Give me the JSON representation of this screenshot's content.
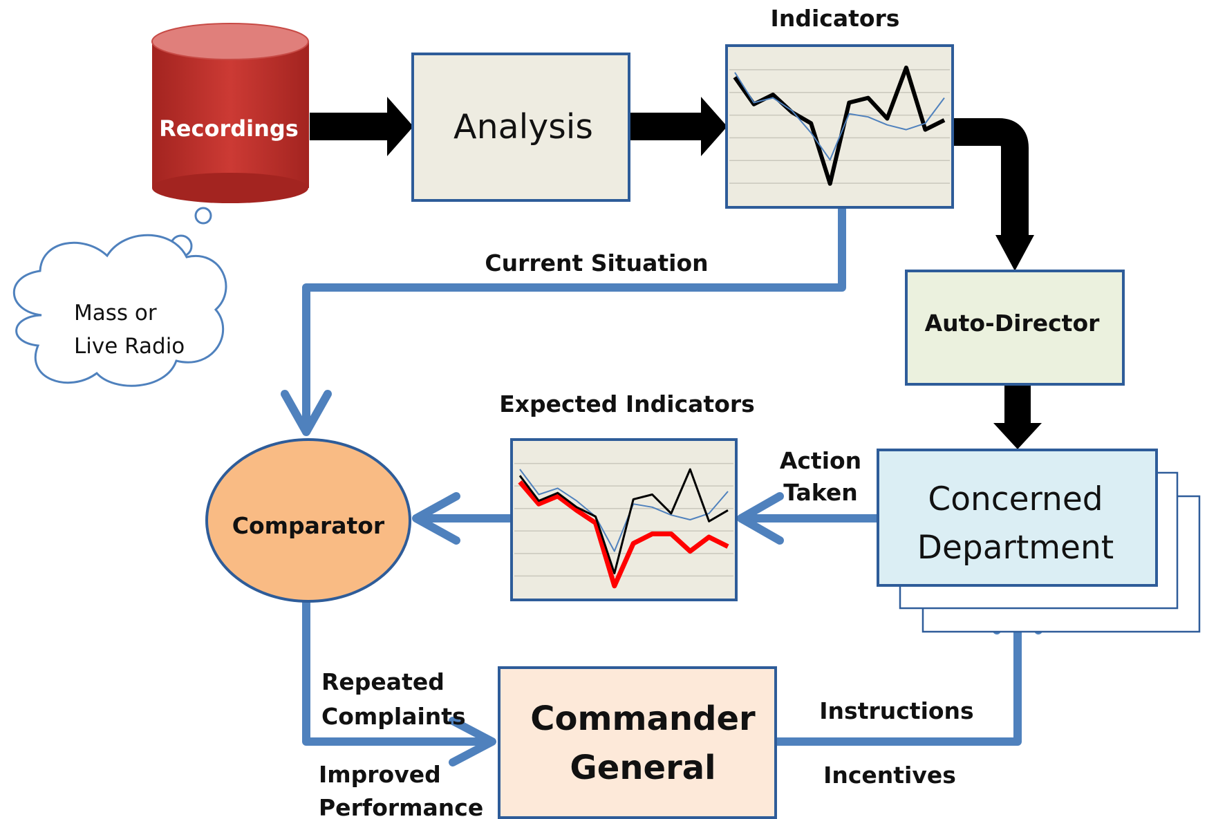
{
  "colors": {
    "arrow_black": "#000000",
    "arrow_blue": "#4f81bd",
    "box_border": "#2e5c99",
    "box_fill": "#eeece1",
    "auto_director_fill": "#ebf1de",
    "department_fill": "#dbeef4",
    "commander_fill": "#fde9d9",
    "comparator_fill": "#f9bb84",
    "recordings_fill": "#c0302b",
    "chart_bg": "#edebe0"
  },
  "nodes": {
    "recordings": "Recordings",
    "analysis": "Analysis",
    "indicators_title": "Indicators",
    "auto_director": "Auto-Director",
    "concerned_department_line1": "Concerned",
    "concerned_department_line2": "Department",
    "expected_indicators_title": "Expected Indicators",
    "comparator": "Comparator",
    "commander_line1": "Commander",
    "commander_line2": "General",
    "cloud_line1": "Mass or",
    "cloud_line2": "Live Radio"
  },
  "edges": {
    "current_situation": "Current Situation",
    "action_taken_line1": "Action",
    "action_taken_line2": "Taken",
    "repeated_complaints_line1": "Repeated",
    "repeated_complaints_line2": "Complaints",
    "improved_performance_line1": "Improved",
    "improved_performance_line2": "Performance",
    "instructions": "Instructions",
    "incentives": "Incentives"
  },
  "charts": {
    "indicators": {
      "series": [
        {
          "color": "#000000",
          "values": [
            81,
            64,
            70,
            59,
            52,
            14,
            65,
            68,
            55,
            87,
            48,
            54
          ]
        },
        {
          "color": "#4f81bd",
          "values": [
            84,
            65,
            68,
            60,
            46,
            29,
            58,
            56,
            51,
            48,
            52,
            68
          ]
        }
      ]
    },
    "expected_indicators": {
      "series": [
        {
          "color": "#4f81bd",
          "values": [
            82,
            66,
            70,
            62,
            52,
            30,
            60,
            58,
            53,
            50,
            54,
            68
          ]
        },
        {
          "color": "#ff0000",
          "values": [
            74,
            60,
            65,
            56,
            48,
            8,
            35,
            41,
            41,
            30,
            39,
            33
          ]
        },
        {
          "color": "#000000",
          "values": [
            78,
            62,
            67,
            58,
            52,
            16,
            63,
            66,
            54,
            82,
            49,
            56
          ]
        }
      ]
    }
  }
}
